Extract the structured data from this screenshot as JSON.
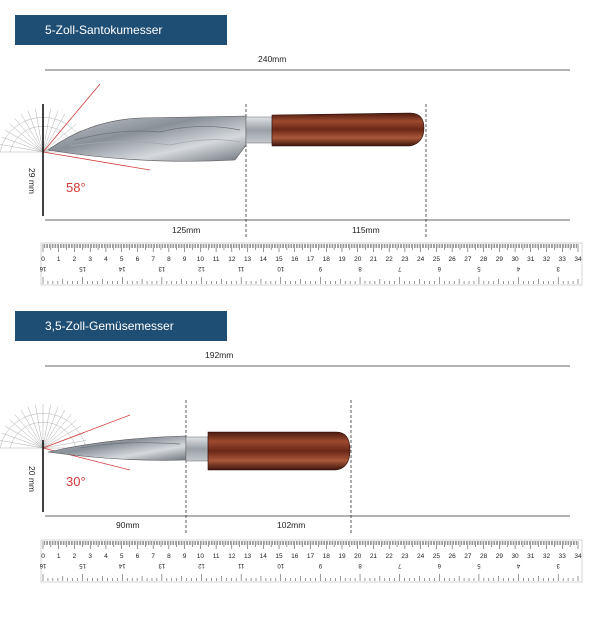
{
  "section1": {
    "title": "5-Zoll-Santokumesser",
    "total_length": "240mm",
    "blade_length": "125mm",
    "handle_length": "115mm",
    "height": "29 mm",
    "angle": "58°"
  },
  "section2": {
    "title": "3,5-Zoll-Gemüsemesser",
    "total_length": "192mm",
    "blade_length": "90mm",
    "handle_length": "102mm",
    "height": "20 mm",
    "angle": "30°"
  },
  "ruler": {
    "top_numbers": [
      "0",
      "1",
      "2",
      "3",
      "4",
      "5",
      "6",
      "7",
      "8",
      "9",
      "10",
      "11",
      "12",
      "13",
      "14",
      "15",
      "16",
      "17",
      "18",
      "19",
      "20",
      "21",
      "22",
      "23",
      "24",
      "25",
      "26",
      "27",
      "28",
      "29",
      "30",
      "31",
      "32",
      "33",
      "34"
    ],
    "bottom_numbers": [
      "16",
      "15",
      "14",
      "13",
      "12",
      "11",
      "10",
      "9",
      "8",
      "7",
      "6",
      "5",
      "4",
      "3"
    ]
  },
  "colors": {
    "banner": "#1e4e74",
    "angle_red": "#d23a3a",
    "handle_wood": "#7a2e1c"
  }
}
